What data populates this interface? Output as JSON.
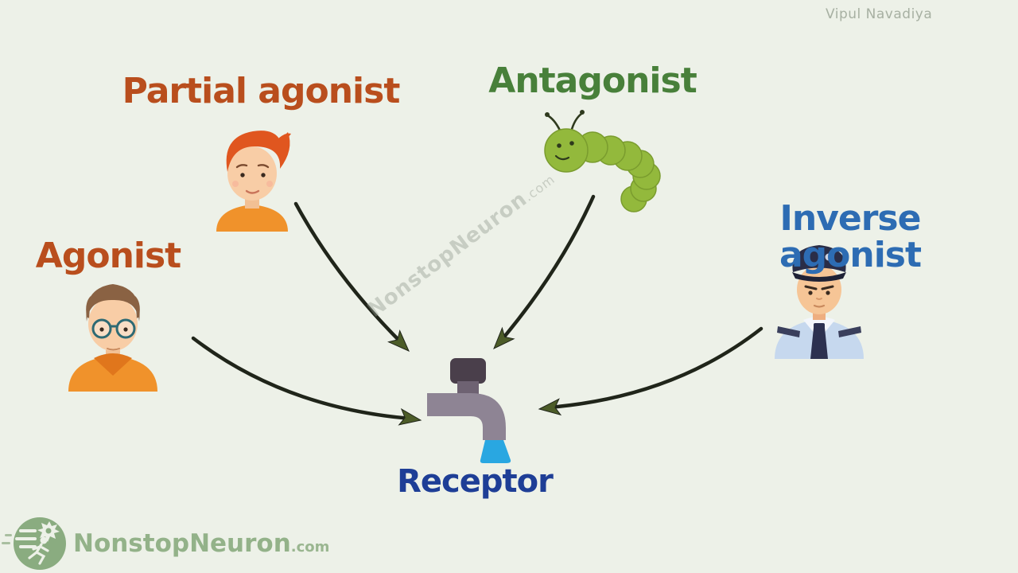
{
  "page": {
    "background_color": "#edf1e8",
    "attribution": "Vipul Navadiya"
  },
  "watermark": {
    "text": "NonstopNeuron",
    "suffix": ".com"
  },
  "concepts": {
    "agonist": {
      "label": "Agonist",
      "color": "#b94e1d",
      "icon": "man-with-glasses-orange-shirt"
    },
    "partial_agonist": {
      "label": "Partial agonist",
      "color": "#b94e1d",
      "icon": "boy-with-orange-hair"
    },
    "antagonist": {
      "label": "Antagonist",
      "color": "#48803a",
      "icon": "green-caterpillar"
    },
    "inverse_agonist": {
      "label": "Inverse agonist",
      "color": "#2d6cb3",
      "icon": "police-officer"
    },
    "receptor": {
      "label": "Receptor",
      "color": "#1e3e96",
      "icon": "water-tap-faucet"
    }
  },
  "relations": [
    {
      "from": "agonist",
      "to": "receptor"
    },
    {
      "from": "partial_agonist",
      "to": "receptor"
    },
    {
      "from": "antagonist",
      "to": "receptor"
    },
    {
      "from": "inverse_agonist",
      "to": "receptor"
    }
  ],
  "logo": {
    "name": "NonstopNeuron",
    "suffix": ".com"
  },
  "palette": {
    "arrow_stroke": "#20251a",
    "arrowhead_fill": "#4c5c28",
    "caterpillar_green": "#93b93c",
    "shirt_orange": "#f0922b",
    "faucet_gray": "#8e8494",
    "faucet_handle": "#4a3f4b",
    "water_blue": "#29a7e1",
    "police_shirt_blue": "#c6d8ee",
    "skin": "#f8cda6"
  }
}
